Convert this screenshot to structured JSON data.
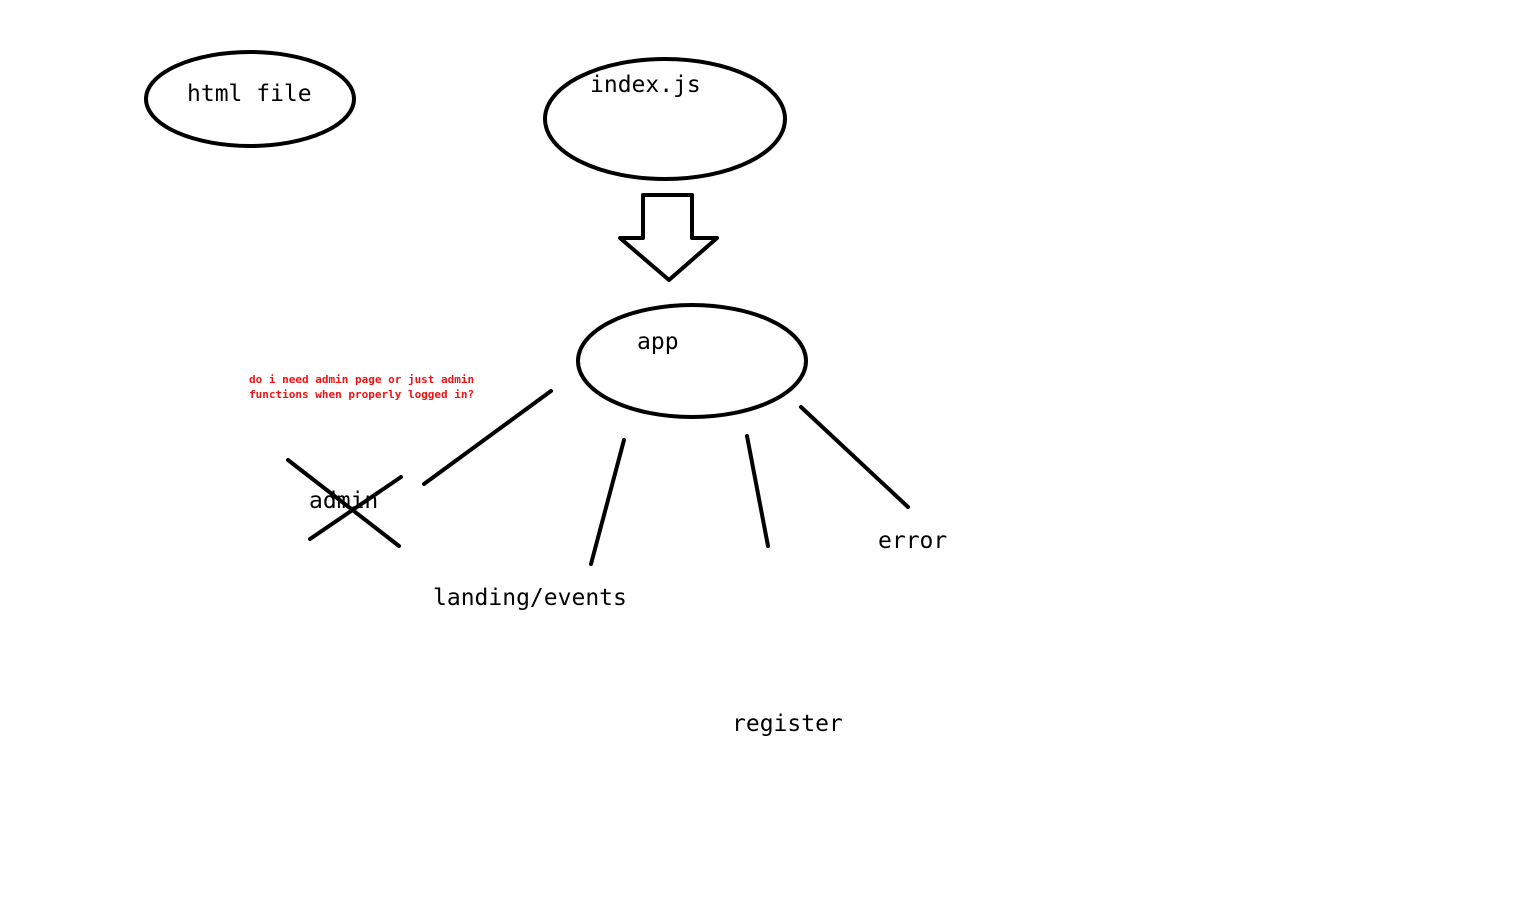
{
  "nodes": {
    "html_file": "html file",
    "index_js": "index.js",
    "app": "app",
    "admin": "admin",
    "landing_events": "landing/events",
    "register": "register",
    "error": "error"
  },
  "note": {
    "line1": "do i need admin page or just admin",
    "line2": "functions when properly logged in?",
    "color": "#ee1111"
  },
  "admin_crossed_out": true
}
